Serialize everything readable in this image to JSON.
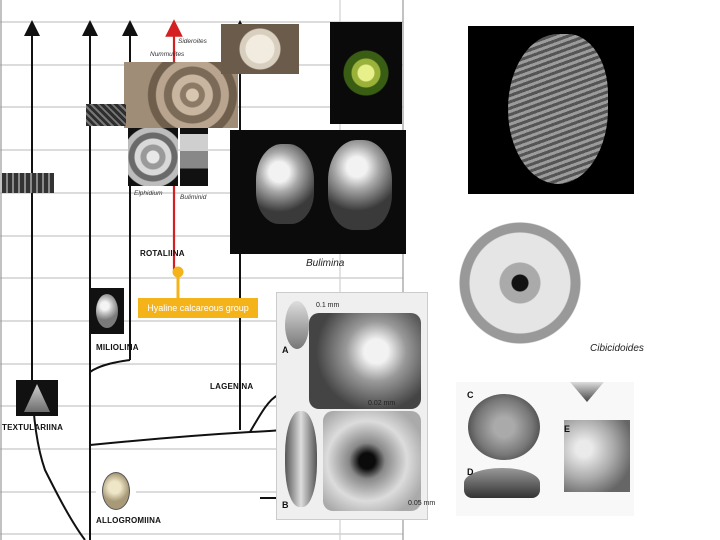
{
  "tree": {
    "suborders": {
      "rotaliina": "ROTALIINA",
      "miliolina": "MILIOLINA",
      "lagenina": "LAGENINA",
      "textulariina": "TEXTULARIINA",
      "allogromiina": "ALLOGROMIINA"
    },
    "genera": {
      "sideroites": "Sideroites",
      "nummulites": "Nummulites",
      "elphidium": "Elphidium",
      "buliminid": "Buliminid"
    },
    "group_badge": "Hyaline calcareous group"
  },
  "captions": {
    "bulimina": "Bulimina",
    "cibicidoides": "Cibicidoides"
  },
  "plate_labels": {
    "scale_01mm": "0.1 mm",
    "scale_002mm": "0.02 mm",
    "scale_005mm": "0.05 mm",
    "panel_a": "A",
    "panel_b": "B",
    "panel_c": "C",
    "panel_d": "D",
    "panel_e": "E"
  },
  "colors": {
    "arrow_red": "#d42020",
    "badge_orange": "#f5b31a",
    "line_black": "#111111",
    "grid_gray": "#b9b9b9"
  }
}
